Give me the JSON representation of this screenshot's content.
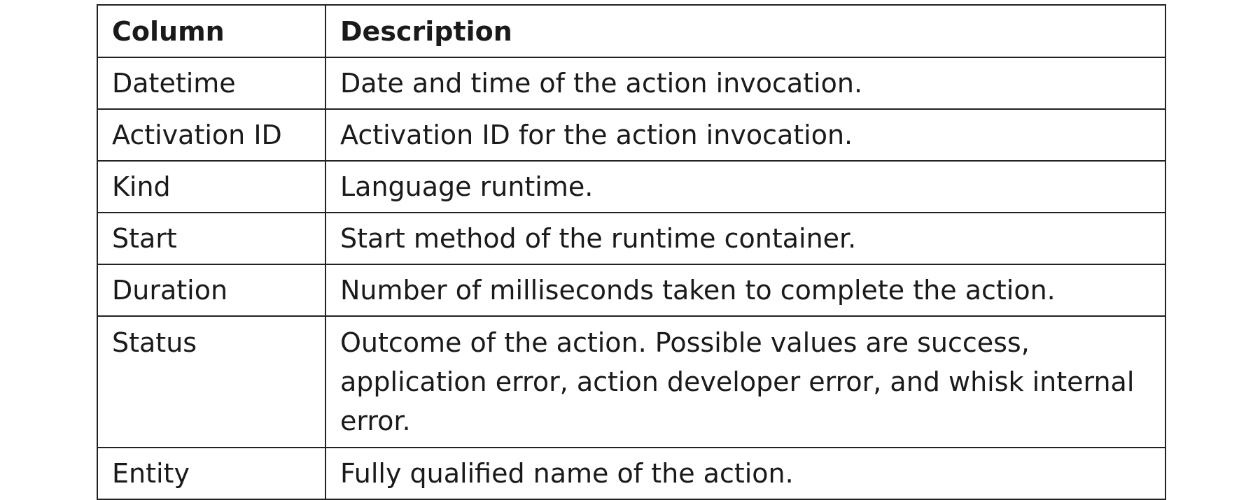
{
  "table": {
    "headers": [
      "Column",
      "Description"
    ],
    "rows": [
      {
        "column": "Datetime",
        "description": "Date and time of the action invocation."
      },
      {
        "column": "Activation ID",
        "description": "Activation ID for the action invocation."
      },
      {
        "column": "Kind",
        "description": "Language runtime."
      },
      {
        "column": "Start",
        "description": "Start method of the runtime container."
      },
      {
        "column": "Duration",
        "description": "Number of milliseconds taken to complete the action."
      },
      {
        "column": "Status",
        "description": "Outcome of the action. Possible values are success, application error, action developer error, and whisk internal error."
      },
      {
        "column": "Entity",
        "description": "Fully qualified name of the action."
      }
    ]
  }
}
